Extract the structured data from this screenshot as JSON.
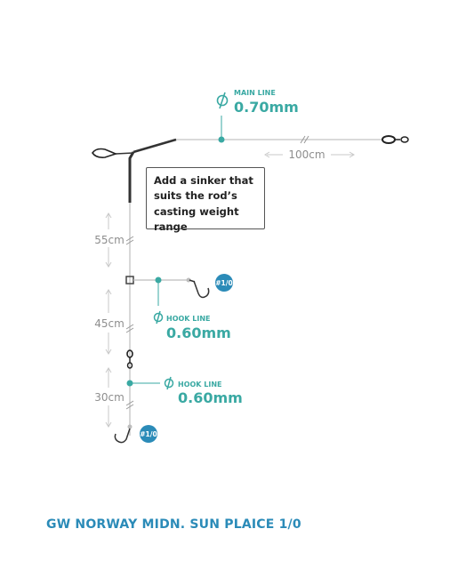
{
  "main_line": {
    "label": "MAIN LINE",
    "value": "0.70mm"
  },
  "main_length": "100cm",
  "sinker_note": {
    "lines": [
      "Add a sinker that",
      "suits the rod’s",
      "casting weight range"
    ]
  },
  "segments": [
    {
      "length": "55cm"
    },
    {
      "length": "45cm"
    },
    {
      "length": "30cm"
    }
  ],
  "hook_lines": [
    {
      "label": "HOOK LINE",
      "value": "0.60mm"
    },
    {
      "label": "HOOK LINE",
      "value": "0.60mm"
    }
  ],
  "hook_badges": [
    "#1/0",
    "#1/0"
  ],
  "title": "GW NORWAY MIDN. SUN PLAICE 1/0",
  "colors": {
    "accent": "#3aa9a3",
    "badge": "#2b8bb8",
    "line": "#b9b9b9",
    "dim": "#8e8e8e"
  }
}
